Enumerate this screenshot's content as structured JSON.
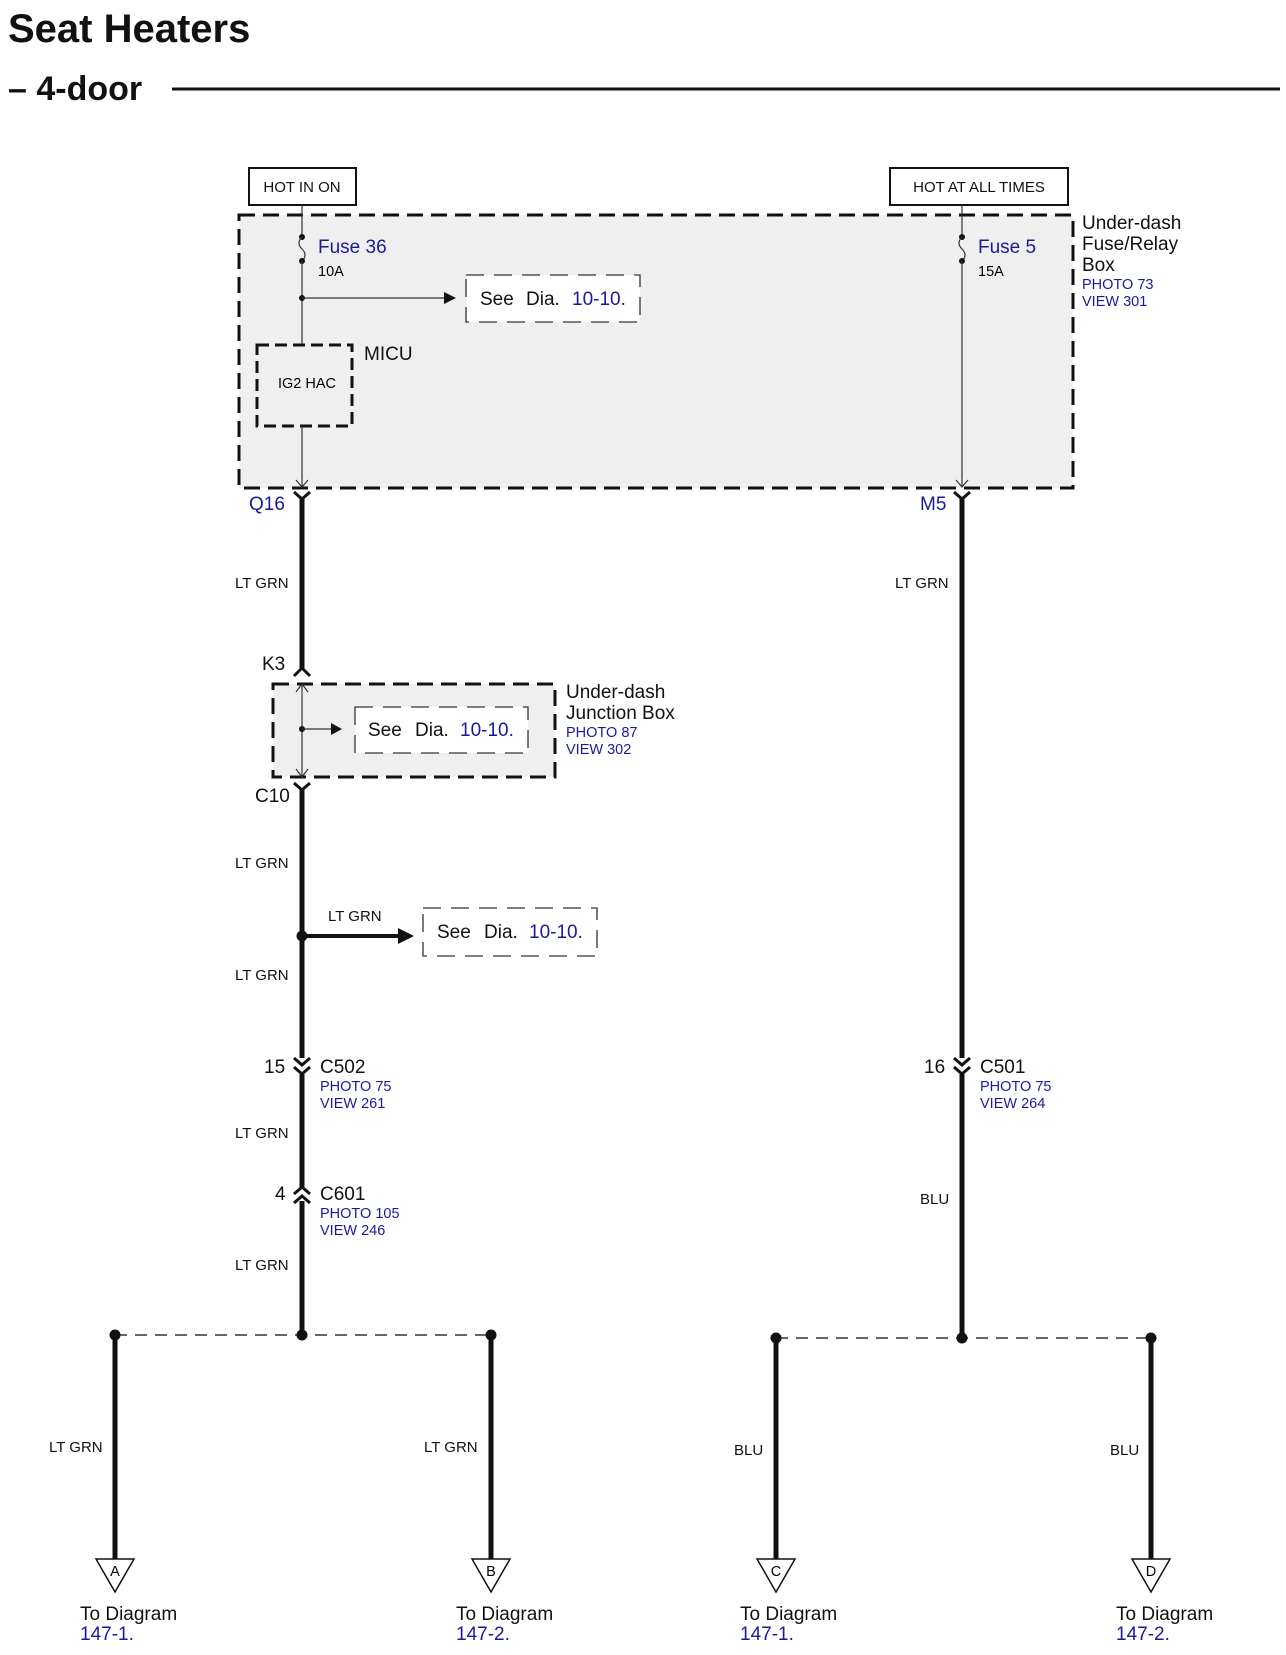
{
  "header": {
    "title": "Seat Heaters",
    "subtitle": "– 4-door"
  },
  "power": {
    "hot_in_on": "HOT IN ON",
    "hot_at_all_times": "HOT AT ALL TIMES"
  },
  "fuse_box": {
    "name_line1": "Under-dash",
    "name_line2": "Fuse/Relay",
    "name_line3": "Box",
    "photo": "PHOTO 73",
    "view": "VIEW 301",
    "fuse_left": {
      "label": "Fuse 36",
      "rating": "10A"
    },
    "fuse_right": {
      "label": "Fuse 5",
      "rating": "15A"
    },
    "micu": {
      "label": "MICU",
      "inner": "IG2 HAC"
    },
    "pin_left": "Q16",
    "pin_right": "M5"
  },
  "see_dia": {
    "see": "See",
    "dia": "Dia.",
    "ref": "10-10."
  },
  "junction_box": {
    "name_line1": "Under-dash",
    "name_line2": "Junction Box",
    "photo": "PHOTO 87",
    "view": "VIEW 302",
    "pin_top": "K3",
    "pin_bottom": "C10"
  },
  "wires": {
    "lt_grn": "LT GRN",
    "blu": "BLU"
  },
  "connectors": {
    "c502": {
      "pin": "15",
      "name": "C502",
      "photo": "PHOTO 75",
      "view": "VIEW 261"
    },
    "c501": {
      "pin": "16",
      "name": "C501",
      "photo": "PHOTO 75",
      "view": "VIEW 264"
    },
    "c601": {
      "pin": "4",
      "name": "C601",
      "photo": "PHOTO 105",
      "view": "VIEW 246"
    }
  },
  "outputs": [
    {
      "letter": "A",
      "to": "To Diagram",
      "ref": "147-1."
    },
    {
      "letter": "B",
      "to": "To Diagram",
      "ref": "147-2."
    },
    {
      "letter": "C",
      "to": "To Diagram",
      "ref": "147-1."
    },
    {
      "letter": "D",
      "to": "To Diagram",
      "ref": "147-2."
    }
  ]
}
